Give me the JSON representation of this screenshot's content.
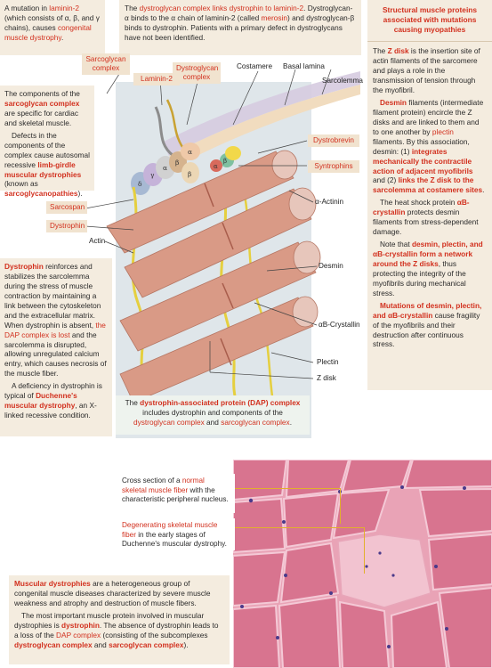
{
  "laminin_box": {
    "t1": "A mutation in ",
    "t2": "laminin-2",
    "t3": " (which consists of α, β, and γ chains), causes ",
    "t4": "congenital muscle dystrophy",
    "t5": "."
  },
  "dystroglycan_box": {
    "t1": "The ",
    "t2": "dystroglycan complex links dystrophin to laminin-2",
    "t3": ". Dystroglycan-α binds to the α chain of laminin-2 (called ",
    "t4": "merosin",
    "t5": ") and dystroglycan-β binds to dystrophin. Patients with a primary defect in dystroglycans have not been identified."
  },
  "structural_box": {
    "title": "Structural muscle proteins associated with mutations causing myopathies",
    "p1a": "The ",
    "p1b": "Z disk",
    "p1c": " is the insertion site of actin filaments of the sarcomere and plays a role in the transmission of tension through the myofibril.",
    "p2a": "Desmin",
    "p2b": " filaments (intermediate filament protein) encircle the Z disks and are linked to them and to one another by ",
    "p2c": "plectin",
    "p2d": " filaments. By this association, desmin: (1) ",
    "p2e": "integrates mechanically the contractile action of adjacent myofibrils",
    "p2f": " and (2) ",
    "p2g": "links the Z disk to the sarcolemma at costamere sites",
    "p2h": ".",
    "p3a": "The heat shock protein ",
    "p3b": "αB-crystallin",
    "p3c": " protects desmin filaments from stress-dependent damage.",
    "p4a": "Note that ",
    "p4b": "desmin, plectin, and αB-crystallin form a network around the Z disks",
    "p4c": ", thus protecting the integrity of the myofibrils during mechanical stress.",
    "p5a": "Mutations of desmin, plectin, and αB-crystallin",
    "p5b": " cause fragility of the myofibrils and their destruction after continuous stress."
  },
  "sarcoglycan_box": {
    "p1a": "The components of the ",
    "p1b": "sarcoglycan complex",
    "p1c": " are specific for cardiac and skeletal muscle.",
    "p2a": "Defects in the components of the complex cause autosomal recessive ",
    "p2b": "limb-girdle muscular dystrophies",
    "p2c": " (known as ",
    "p2d": "sarcoglycanopathies",
    "p2e": ")."
  },
  "dystrophin_box": {
    "p1a": "Dystrophin",
    "p1b": " reinforces and stabilizes the sarcolemma during the stress of muscle contraction by maintaining a link between the cytoskeleton and the extracellular matrix. When dystrophin is absent, ",
    "p1c": "the DAP complex is lost",
    "p1d": " and the sarcolemma is disrupted, allowing unregulated calcium entry, which causes necrosis of the muscle fiber.",
    "p2a": "A deficiency in dystrophin is typical of ",
    "p2b": "Duchenne's muscular dystrophy",
    "p2c": ", an X-linked recessive condition."
  },
  "dap_box": {
    "t1": "The ",
    "t2": "dystrophin-associated protein (DAP) complex",
    "t3": " includes dystrophin and components of the ",
    "t4": "dystroglycan complex",
    "t5": " and ",
    "t6": "sarcoglycan complex",
    "t7": "."
  },
  "dystrophies_box": {
    "p1a": "Muscular dystrophies",
    "p1b": " are a heterogeneous group of congenital muscle diseases characterized by severe muscle weakness and atrophy and destruction of muscle fibers.",
    "p2a": "The most important muscle protein involved in muscular dystrophies is ",
    "p2b": "dystrophin",
    "p2c": ". The absence of dystrophin leads to a loss of the ",
    "p2d": "DAP complex",
    "p2e": " (consisting  of the subcomplexes ",
    "p2f": "dystroglycan complex",
    "p2g": " and ",
    "p2h": "sarcoglycan complex",
    "p2i": ")."
  },
  "histology": {
    "cap1a": "Cross section of a ",
    "cap1b": "normal skeletal muscle fiber",
    "cap1c": " with the characteristic peripheral nucleus.",
    "cap2a": "Degenerating skeletal muscle fiber",
    "cap2b": " in the early stages of Duchenne's muscular dystrophy."
  },
  "diagram_labels": {
    "sarcoglycan_complex": "Sarcoglycan complex",
    "laminin2": "Laminin-2",
    "dystroglycan_complex": "Dystroglycan complex",
    "costamere": "Costamere",
    "basal_lamina": "Basal lamina",
    "sarcolemma": "Sarcolemma",
    "dystrobrevin": "Dystrobrevin",
    "syntrophins": "Syntrophins",
    "sarcospan": "Sarcospan",
    "dystrophin": "Dystrophin",
    "actin": "Actin",
    "alpha_actinin": "α-Actinin",
    "desmin": "Desmin",
    "ab_crystallin": "αB-Crystallin",
    "plectin": "Plectin",
    "z_disk": "Z disk",
    "alpha": "α",
    "beta": "β",
    "gamma": "γ",
    "delta": "δ"
  },
  "colors": {
    "accent_red": "#d2311f",
    "box_bg": "#f4ecdf",
    "callout_bg": "#f1e3cf",
    "leader_line": "#e2b02c",
    "fiber": "#d99a86",
    "histology_bg": "#e9a3b6"
  }
}
